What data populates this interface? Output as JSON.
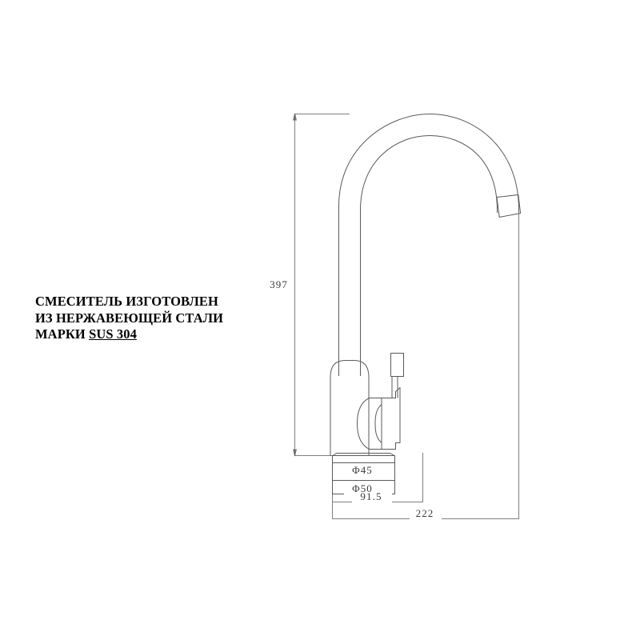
{
  "drawing": {
    "title": "Kitchen faucet technical drawing",
    "note": {
      "line1": "СМЕСИТЕЛЬ ИЗГОТОВЛЕН",
      "line2": "ИЗ НЕРЖАВЕЮЩЕЙ СТАЛИ",
      "line3_prefix": "МАРКИ ",
      "line3_grade": "SUS 304"
    },
    "dimensions": {
      "height": "397",
      "spout_reach": "222",
      "base_offset": "91.5",
      "base_inner_diameter": "Φ45",
      "base_outer_diameter": "Φ50"
    },
    "colors": {
      "line": "#666666",
      "outline": "#4a4a4a",
      "text": "#3a3a3a",
      "note_text": "#000000",
      "background": "#ffffff"
    }
  }
}
